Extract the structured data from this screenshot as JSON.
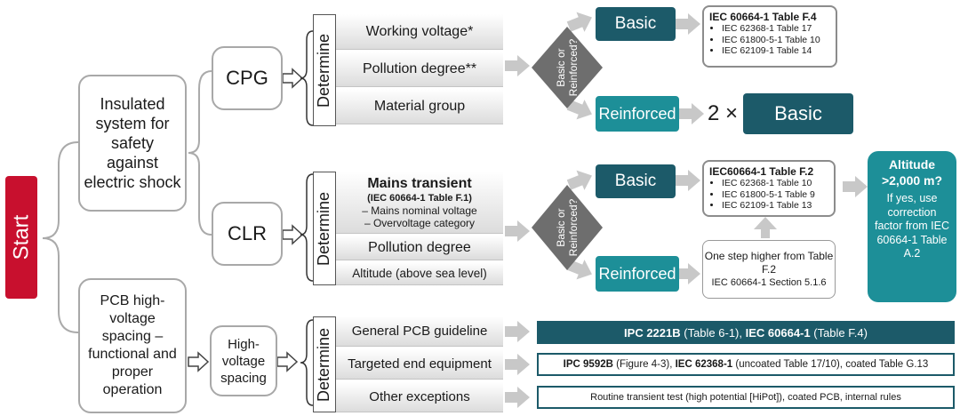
{
  "start": "Start",
  "insulated": "Insulated system for safety against electric shock",
  "pcb": "PCB high-voltage spacing – functional and proper operation",
  "cpg": "CPG",
  "clr": "CLR",
  "hv": "High-voltage spacing",
  "determine": "Determine",
  "cpg_items": [
    "Working voltage*",
    "Pollution degree**",
    "Material group"
  ],
  "clr_items": {
    "mains_title": "Mains transient",
    "mains_ref": "(IEC 60664-1 Table F.1)",
    "mains_sub1": "– Mains nominal voltage",
    "mains_sub2": "– Overvoltage category",
    "pollution": "Pollution degree",
    "altitude": "Altitude (above sea level)"
  },
  "pcb_items": [
    "General PCB guideline",
    "Targeted end equipment",
    "Other exceptions"
  ],
  "diamond": "Basic or Reinforced?",
  "basic": "Basic",
  "reinforced": "Reinforced",
  "times": "2 ×",
  "cpg_std": {
    "title": "IEC 60664-1 Table F.4",
    "items": [
      "IEC 62368-1 Table 17",
      "IEC 61800-5-1 Table 10",
      "IEC 62109-1 Table 14"
    ]
  },
  "clr_std": {
    "title": "IEC60664-1 Table F.2",
    "items": [
      "IEC 62368-1 Table 10",
      "IEC 61800-5-1 Table 9",
      "IEC 62109-1 Table 13"
    ]
  },
  "step_higher": {
    "line1": "One step higher from Table F.2",
    "line2": "IEC 60664-1 Section 5.1.6"
  },
  "altitude_box": {
    "title1": "Altitude",
    "title2": ">2,000 m?",
    "body": "If yes, use correction factor from IEC 60664-1 Table A.2"
  },
  "pcb_out": {
    "row1": {
      "b1": "IPC 2221B",
      "t1": " (Table 6-1), ",
      "b2": "IEC 60664-1",
      "t2": " (Table F.4)"
    },
    "row2": {
      "b1": "IPC 9592B",
      "t1": " (Figure 4-3), ",
      "b2": "IEC 62368-1",
      "t2": " (uncoated Table 17/10), coated Table G.13"
    },
    "row3": "Routine transient test (high potential [HiPot]), coated PCB, internal rules"
  }
}
